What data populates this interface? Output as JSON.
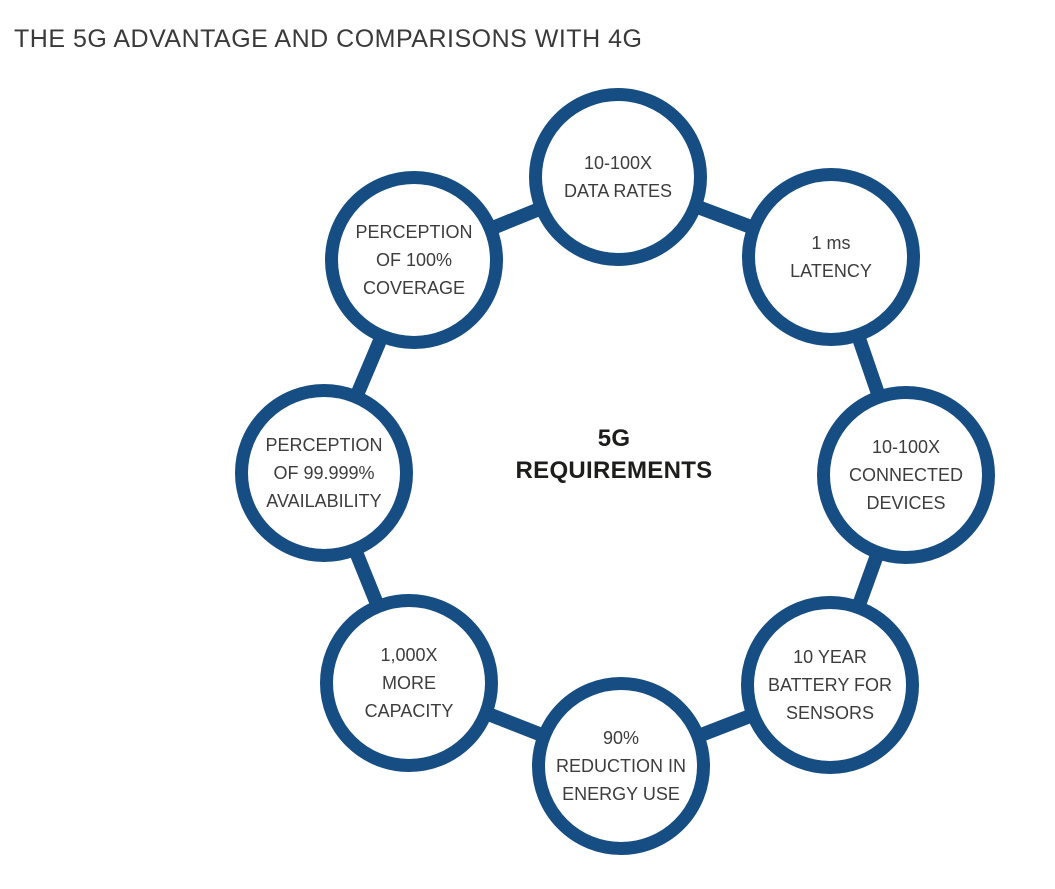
{
  "title": "THE 5G ADVANTAGE AND COMPARISONS WITH 4G",
  "diagram": {
    "center_label": "5G\nREQUIREMENTS",
    "colors": {
      "ring_blue": "#164d82",
      "label_text": "#3d3d3d",
      "center_text": "#1d1d1b",
      "title_text": "#3a3a3a"
    },
    "nodes": [
      {
        "id": "data-rates",
        "label": "10-100X\nDATA RATES"
      },
      {
        "id": "latency",
        "label": "1 ms\nLATENCY"
      },
      {
        "id": "connected-devices",
        "label": "10-100X\nCONNECTED\nDEVICES"
      },
      {
        "id": "battery-sensors",
        "label": "10 YEAR\nBATTERY FOR\nSENSORS"
      },
      {
        "id": "energy-reduction",
        "label": "90%\nREDUCTION IN\nENERGY USE"
      },
      {
        "id": "more-capacity",
        "label": "1,000X\nMORE\nCAPACITY"
      },
      {
        "id": "availability",
        "label": "PERCEPTION\nOF 99.999%\nAVAILABILITY"
      },
      {
        "id": "coverage",
        "label": "PERCEPTION\nOF 100%\nCOVERAGE"
      }
    ]
  }
}
